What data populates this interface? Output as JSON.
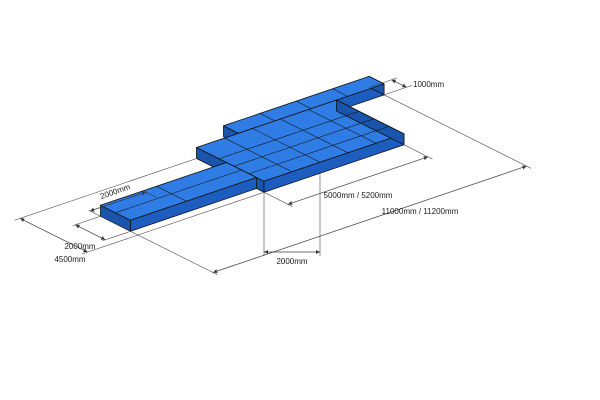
{
  "diagram": {
    "type": "isometric-platform-drawing",
    "labels": {
      "overall_length": "11000mm / 11200mm",
      "deck_length": "5000mm / 5200mm",
      "walkway_width": "1000mm",
      "wing_segment": "2000mm",
      "wing_width": "2000mm",
      "deck_width": "4500mm",
      "deck_segment": "2000mm"
    },
    "colors": {
      "panel_top": "#2e7ce4",
      "panel_front": "#1d5dc0",
      "panel_end": "#1a54ad",
      "background": "#ffffff"
    }
  }
}
